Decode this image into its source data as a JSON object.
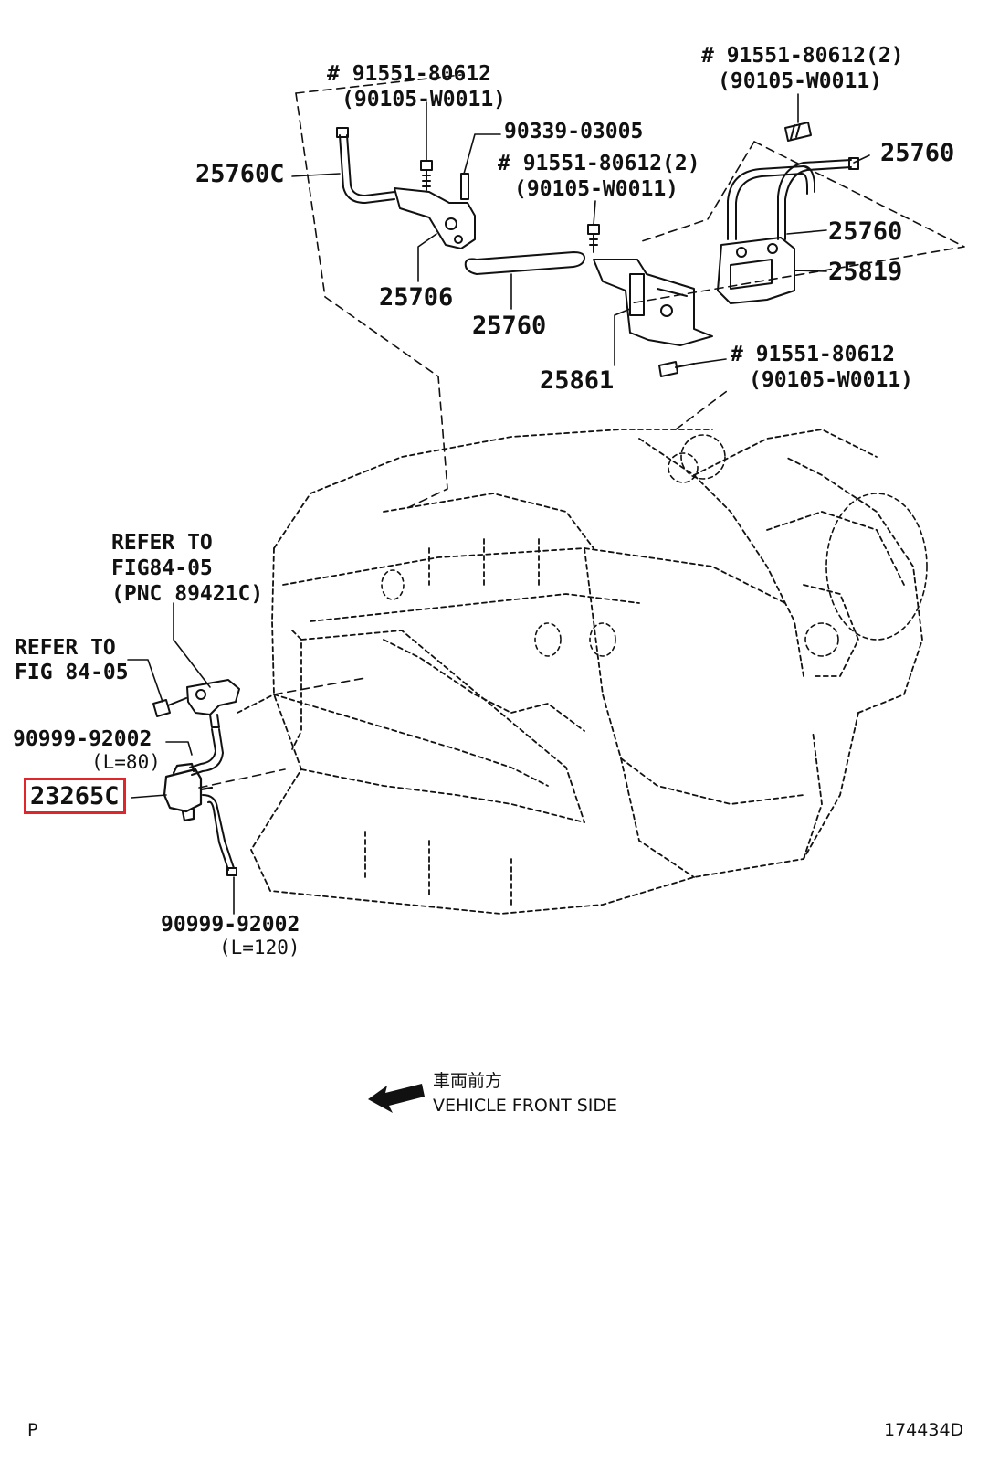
{
  "labels": {
    "top_left_hash": "# 91551-80612",
    "top_left_sub": "(90105-W0011)",
    "bolt_90339": "90339-03005",
    "center_hash": "# 91551-80612(2)",
    "center_sub": "(90105-W0011)",
    "top_right_hash": "# 91551-80612(2)",
    "top_right_sub": "(90105-W0011)",
    "p25760c": "25760C",
    "p25706": "25706",
    "p25760_mid": "25760",
    "p25760_r1": "25760",
    "p25760_r2": "25760",
    "p25819": "25819",
    "p25861": "25861",
    "right_hash": "# 91551-80612",
    "right_sub": "(90105-W0011)",
    "refer1_l1": "REFER TO",
    "refer1_l2": "FIG84-05",
    "refer1_l3": "(PNC 89421C)",
    "refer2_l1": "REFER TO",
    "refer2_l2": "FIG 84-05",
    "hose1": "90999-92002",
    "hose1_len": "(L=80)",
    "highlighted": "23265C",
    "hose2": "90999-92002",
    "hose2_len": "(L=120)",
    "front_jp": "車両前方",
    "front_en": "VEHICLE FRONT SIDE",
    "corner_left": "P",
    "corner_right": "174434D"
  },
  "colors": {
    "line": "#111111",
    "highlight": "#e0262b"
  }
}
